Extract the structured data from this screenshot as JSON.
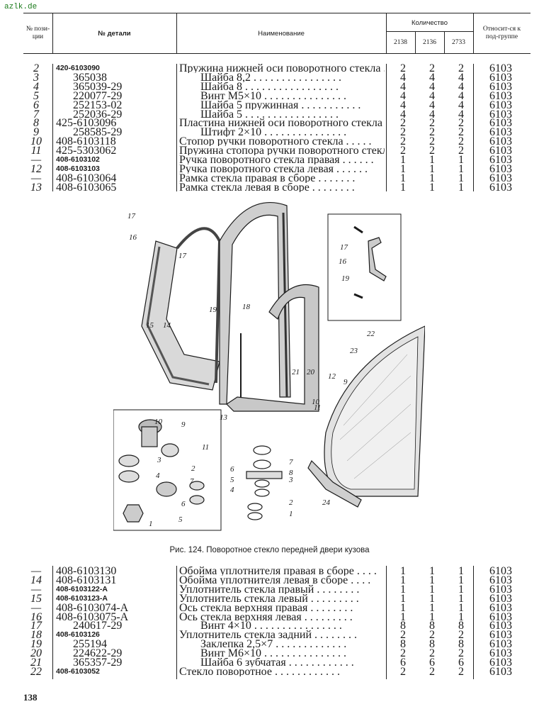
{
  "site": "azlk.de",
  "header": {
    "pos": "№ пози-ции",
    "part": "№ детали",
    "name": "Наименование",
    "qty": "Количество",
    "m1": "2138",
    "m2": "2136",
    "m3": "2733",
    "group": "Относит-ся к под-группе"
  },
  "rows_top": [
    {
      "pos": "2",
      "pn": "420-6103090",
      "b": true,
      "name": "Пружина нижней оси поворотного стекла . .",
      "q1": "2",
      "q2": "2",
      "q3": "2",
      "g": "6103",
      "ind": 0
    },
    {
      "pos": "3",
      "pn": "365038",
      "b": false,
      "name": "Шайба 8,2 . . . . . . . . . . . . . . . .",
      "q1": "4",
      "q2": "4",
      "q3": "4",
      "g": "6103",
      "ind": 1
    },
    {
      "pos": "4",
      "pn": "365039-29",
      "b": false,
      "name": "Шайба 8 . . . . . . . . . . . . . . . . .",
      "q1": "4",
      "q2": "4",
      "q3": "4",
      "g": "6103",
      "ind": 1
    },
    {
      "pos": "5",
      "pn": "220077-29",
      "b": false,
      "name": "Винт М5×10 . . . . . . . . . . . . . . .",
      "q1": "4",
      "q2": "4",
      "q3": "4",
      "g": "6103",
      "ind": 1
    },
    {
      "pos": "6",
      "pn": "252153-02",
      "b": false,
      "name": "Шайба 5 пружинная . . . . . . . . . . .",
      "q1": "4",
      "q2": "4",
      "q3": "4",
      "g": "6103",
      "ind": 1
    },
    {
      "pos": "7",
      "pn": "252036-29",
      "b": false,
      "name": "Шайба 5 . . . . . . . . . . . . . . . . .",
      "q1": "4",
      "q2": "4",
      "q3": "4",
      "g": "6103",
      "ind": 1
    },
    {
      "pos": "8",
      "pn": "425-6103096",
      "b": false,
      "name": "Пластина нижней оси поворотного стекла . .",
      "q1": "2",
      "q2": "2",
      "q3": "2",
      "g": "6103",
      "ind": 0
    },
    {
      "pos": "9",
      "pn": "258585-29",
      "b": false,
      "name": "Штифт 2×10 . . . . . . . . . . . . . . .",
      "q1": "2",
      "q2": "2",
      "q3": "2",
      "g": "6103",
      "ind": 1
    },
    {
      "pos": "10",
      "pn": "408-6103118",
      "b": false,
      "name": "Стопор ручки поворотного стекла . . . . .",
      "q1": "2",
      "q2": "2",
      "q3": "2",
      "g": "6103",
      "ind": 0
    },
    {
      "pos": "11",
      "pn": "425-5303062",
      "b": false,
      "name": "Пружина стопора ручки поворотного стекла . .",
      "q1": "2",
      "q2": "2",
      "q3": "2",
      "g": "6103",
      "ind": 0
    },
    {
      "pos": "—",
      "pn": "408-6103102",
      "b": true,
      "name": "Ручка поворотного стекла правая . . . . . .",
      "q1": "1",
      "q2": "1",
      "q3": "1",
      "g": "6103",
      "ind": 0
    },
    {
      "pos": "12",
      "pn": "408-6103103",
      "b": true,
      "name": "Ручка поворотного стекла левая . . . . . .",
      "q1": "1",
      "q2": "1",
      "q3": "1",
      "g": "6103",
      "ind": 0
    },
    {
      "pos": "—",
      "pn": "408-6103064",
      "b": false,
      "name": "Рамка стекла правая в сборе . . . . . . .",
      "q1": "1",
      "q2": "1",
      "q3": "1",
      "g": "6103",
      "ind": 0
    },
    {
      "pos": "13",
      "pn": "408-6103065",
      "b": false,
      "name": "Рамка стекла левая в сборе . . . . . . . .",
      "q1": "1",
      "q2": "1",
      "q3": "1",
      "g": "6103",
      "ind": 0
    }
  ],
  "rows_bottom": [
    {
      "pos": "—",
      "pn": "408-6103130",
      "b": false,
      "name": "Обойма уплотнителя правая в сборе . . . .",
      "q1": "1",
      "q2": "1",
      "q3": "1",
      "g": "6103",
      "ind": 0
    },
    {
      "pos": "14",
      "pn": "408-6103131",
      "b": false,
      "name": "Обойма уплотнителя левая в сборе . . . .",
      "q1": "1",
      "q2": "1",
      "q3": "1",
      "g": "6103",
      "ind": 0
    },
    {
      "pos": "—",
      "pn": "408-6103122-А",
      "b": true,
      "name": "Уплотнитель стекла правый . . . . . . . .",
      "q1": "1",
      "q2": "1",
      "q3": "1",
      "g": "6103",
      "ind": 0
    },
    {
      "pos": "15",
      "pn": "408-6103123-А",
      "b": true,
      "name": "Уплотнитель стекла левый . . . . . . . . .",
      "q1": "1",
      "q2": "1",
      "q3": "1",
      "g": "6103",
      "ind": 0
    },
    {
      "pos": "—",
      "pn": "408-6103074-А",
      "b": false,
      "name": "Ось стекла верхняя правая . . . . . . . .",
      "q1": "1",
      "q2": "1",
      "q3": "1",
      "g": "6103",
      "ind": 0
    },
    {
      "pos": "16",
      "pn": "408-6103075-А",
      "b": false,
      "name": "Ось стекла верхняя левая . . . . . . . . .",
      "q1": "1",
      "q2": "1",
      "q3": "1",
      "g": "6103",
      "ind": 0
    },
    {
      "pos": "17",
      "pn": "240617-29",
      "b": false,
      "name": "Винт 4×10 . . . . . . . . . . . . . . . .",
      "q1": "8",
      "q2": "8",
      "q3": "8",
      "g": "6103",
      "ind": 1
    },
    {
      "pos": "18",
      "pn": "408-6103126",
      "b": true,
      "name": "Уплотнитель стекла задний . . . . . . . .",
      "q1": "2",
      "q2": "2",
      "q3": "2",
      "g": "6103",
      "ind": 0
    },
    {
      "pos": "19",
      "pn": "255194",
      "b": false,
      "name": "Заклепка 2,5×7 . . . . . . . . . . . . .",
      "q1": "8",
      "q2": "8",
      "q3": "8",
      "g": "6103",
      "ind": 1
    },
    {
      "pos": "20",
      "pn": "224622-29",
      "b": false,
      "name": "Винт М6×10 . . . . . . . . . . . . . . .",
      "q1": "2",
      "q2": "2",
      "q3": "2",
      "g": "6103",
      "ind": 1
    },
    {
      "pos": "21",
      "pn": "365357-29",
      "b": false,
      "name": "Шайба 6 зубчатая . . . . . . . . . . . .",
      "q1": "6",
      "q2": "6",
      "q3": "6",
      "g": "6103",
      "ind": 1
    },
    {
      "pos": "22",
      "pn": "408-6103052",
      "b": true,
      "name": "Стекло поворотное . . . . . . . . . . . .",
      "q1": "2",
      "q2": "2",
      "q3": "2",
      "g": "6103",
      "ind": 0
    }
  ],
  "figure_labels": [
    "17",
    "16",
    "17",
    "15",
    "14",
    "19",
    "18",
    "21",
    "20",
    "12",
    "9",
    "10",
    "11",
    "13",
    "22",
    "23",
    "24",
    "8",
    "7",
    "6",
    "5",
    "4",
    "3",
    "2",
    "1",
    "17",
    "16",
    "19",
    "10",
    "9",
    "11",
    "3",
    "4",
    "2",
    "7",
    "6",
    "5",
    "1"
  ],
  "caption": "Рис. 124. Поворотное стекло передней двери кузова",
  "page_number": "138"
}
